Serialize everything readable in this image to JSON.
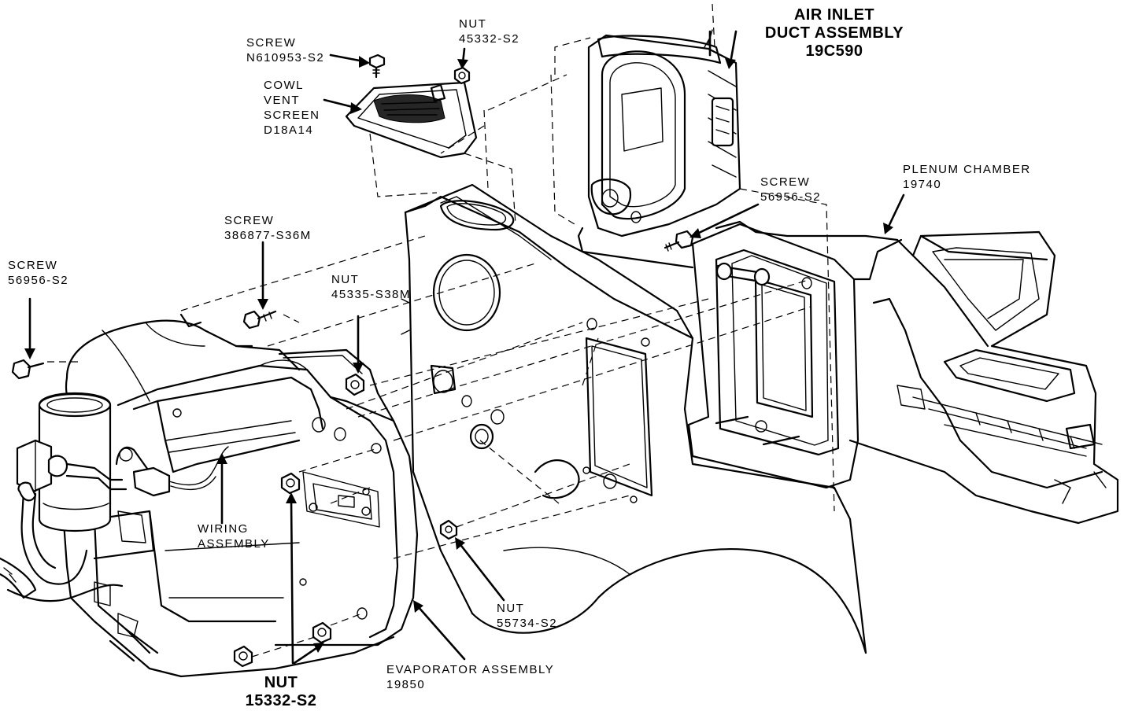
{
  "labels": {
    "air_inlet_duct": [
      "AIR INLET",
      "DUCT ASSEMBLY",
      "19C590"
    ],
    "nut_top": [
      "NUT",
      "45332-S2"
    ],
    "screw_top": [
      "SCREW",
      "N610953-S2"
    ],
    "cowl_vent": [
      "COWL",
      "VENT",
      "SCREEN",
      "D18A14"
    ],
    "screw_mid_right": [
      "SCREW",
      "56956-S2"
    ],
    "plenum": [
      "PLENUM CHAMBER",
      "19740"
    ],
    "screw_mid": [
      "SCREW",
      "386877-S36M"
    ],
    "screw_left": [
      "SCREW",
      "56956-S2"
    ],
    "nut_mid": [
      "NUT",
      "45335-S38M"
    ],
    "wiring": [
      "WIRING",
      "ASSEMBLY"
    ],
    "nut_lower_right": [
      "NUT",
      "55734-S2"
    ],
    "evaporator": [
      "EVAPORATOR ASSEMBLY",
      "19850"
    ],
    "nut_bottom": [
      "NUT",
      "15332-S2"
    ]
  }
}
